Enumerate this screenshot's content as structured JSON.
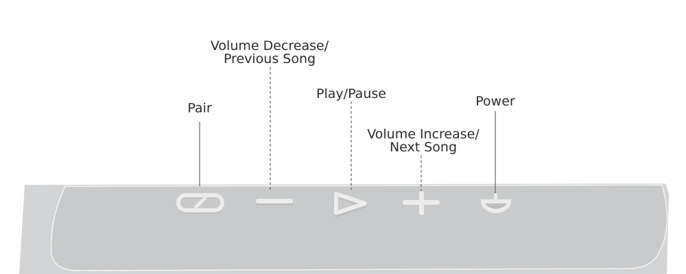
{
  "labels": {
    "pair": "Pair",
    "volume_decrease": [
      "Volume Decrease/",
      "Previous Song"
    ],
    "play_pause": "Play/Pause",
    "volume_increase": [
      "Volume Increase/",
      "Next Song"
    ],
    "power": "Power"
  },
  "colors": {
    "body": "#d3d4d5",
    "panel": "#c9cacb",
    "button": "#eceded",
    "leader": "#444444"
  }
}
